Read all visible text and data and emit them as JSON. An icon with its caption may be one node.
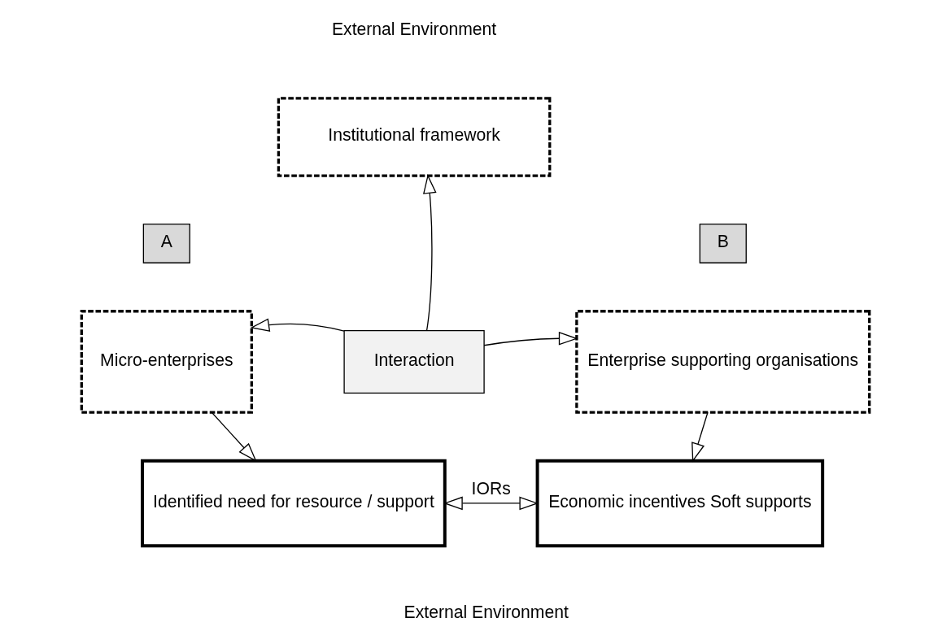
{
  "diagram": {
    "nodes": [
      {
        "text": [
          "Institutional framework"
        ]
      },
      {
        "text": [
          "A"
        ]
      },
      {
        "text": [
          "Micro-enterprises"
        ]
      },
      {
        "text": [
          "B"
        ]
      },
      {
        "text": [
          "Enterprise supporting organisations"
        ]
      },
      {
        "text": [
          "Interaction"
        ]
      },
      {
        "text": [
          "Identified need for resource / support"
        ]
      },
      {
        "text": [
          "Economic incentives Soft supports"
        ]
      }
    ],
    "edges": [
      {
        "from": 5,
        "to": 0,
        "arrow": "to"
      },
      {
        "from": 5,
        "to": 2,
        "arrow": "to"
      },
      {
        "from": 5,
        "to": 4,
        "arrow": "to"
      },
      {
        "from": 2,
        "to": 6,
        "arrow": "to"
      },
      {
        "from": 4,
        "to": 7,
        "arrow": "to"
      },
      {
        "from": 6,
        "to": 7,
        "arrow": "both",
        "label": "IORs"
      }
    ],
    "labels": [
      "External Environment",
      "External Environment"
    ]
  }
}
